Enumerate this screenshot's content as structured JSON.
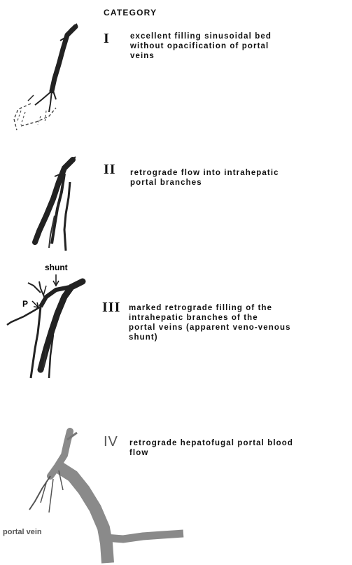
{
  "header": "CATEGORY",
  "categories": [
    {
      "numeral": "I",
      "lines": [
        "excellent filling sinusoidal bed",
        "without opacification of portal",
        "veins"
      ]
    },
    {
      "numeral": "II",
      "lines": [
        "retrograde flow into intrahepatic",
        "portal branches"
      ]
    },
    {
      "numeral": "III",
      "lines": [
        "marked retrograde filling of the",
        "intrahepatic branches of the",
        "portal veins (apparent veno-venous",
        "shunt)"
      ],
      "labels": {
        "shunt": "shunt",
        "p": "P"
      }
    },
    {
      "numeral": "IV",
      "lines": [
        "retrograde hepatofugal portal blood",
        "flow"
      ],
      "labels": {
        "portal_vein": "portal vein"
      }
    }
  ]
}
